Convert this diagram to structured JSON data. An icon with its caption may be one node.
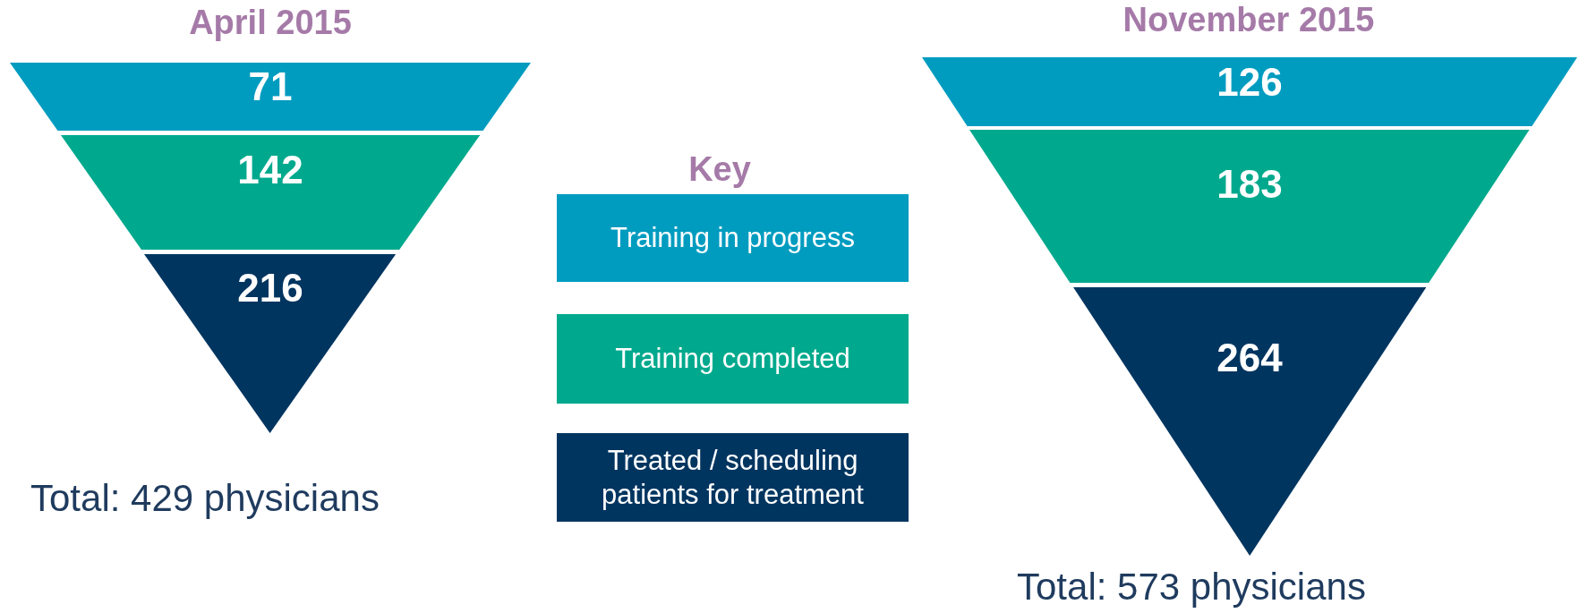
{
  "diagram": {
    "nodes": [
      {
        "text": [
          "71"
        ]
      },
      {
        "text": [
          "142"
        ]
      },
      {
        "text": [
          "216"
        ]
      },
      {
        "text": [
          "126"
        ]
      },
      {
        "text": [
          "183"
        ]
      },
      {
        "text": [
          "264"
        ]
      }
    ],
    "labels": [
      "April 2015",
      "November 2015",
      "Key",
      "Total: 429 physicians",
      "Total: 573 physicians"
    ],
    "legend": [
      {
        "text": "Training in progress",
        "color": "#009cc0"
      },
      {
        "text": "Training completed",
        "color": "#00a98d"
      },
      {
        "text": "Treated / scheduling patients for treatment",
        "color": "#003560"
      }
    ]
  }
}
